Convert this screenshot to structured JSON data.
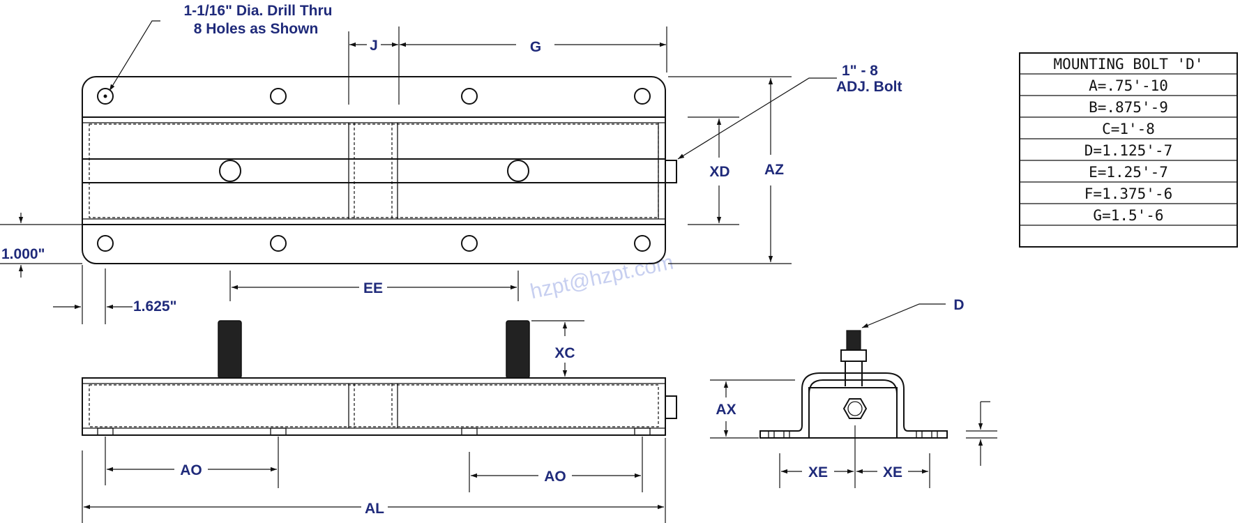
{
  "labels": {
    "drill_line1": "1-1/16\" Dia. Drill Thru",
    "drill_line2": "8 Holes as Shown",
    "bolt_line1": "1\" - 8",
    "bolt_line2": "ADJ. Bolt",
    "J": "J",
    "G": "G",
    "XD": "XD",
    "AZ": "AZ",
    "dim_1000": "1.000\"",
    "dim_1625": "1.625\"",
    "EE": "EE",
    "XC": "XC",
    "AX": "AX",
    "D": "D",
    "AO_left": "AO",
    "AO_right": "AO",
    "AL": "AL",
    "XE_left": "XE",
    "XE_right": "XE"
  },
  "table": {
    "header": "MOUNTING BOLT 'D'",
    "rows": [
      "A=.75'-10",
      "B=.875'-9",
      "C=1'-8",
      "D=1.125'-7",
      "E=1.25'-7",
      "F=1.375'-6",
      "G=1.5'-6",
      ""
    ]
  },
  "watermark": "hzpt@hzpt.com",
  "colors": {
    "label": "#1f2a7a",
    "line": "#111111",
    "watermark": "#c7cff0"
  }
}
